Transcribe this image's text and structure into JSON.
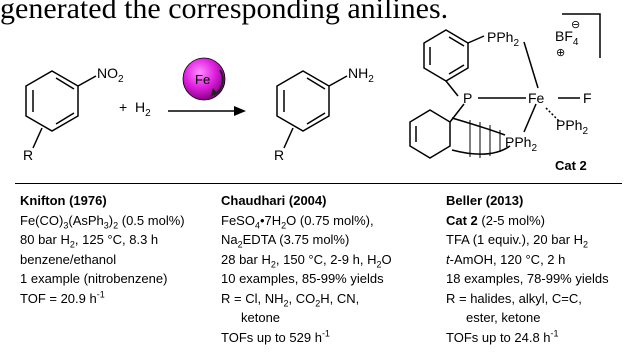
{
  "top_caption": "generated the corresponding anilines.",
  "scheme": {
    "reactant_group": "NO",
    "reactant_group_sub": "2",
    "reactant_r": "R",
    "plus": "+",
    "h2": "H",
    "h2_sub": "2",
    "catalyst_label": "Fe",
    "product_group": "NH",
    "product_group_sub": "2",
    "product_r": "R"
  },
  "complex": {
    "pph2_top": "PPh",
    "pph2_top_sub": "2",
    "p_left": "P",
    "fe": "Fe",
    "f": "F",
    "pph2_right": "PPh",
    "pph2_right_sub": "2",
    "pph2_bottom": "PPh",
    "pph2_bottom_sub": "2",
    "counterion": "BF",
    "counterion_sub": "4",
    "minus": "⊖",
    "plus_charge": "⊕",
    "cat_label": "Cat 2"
  },
  "columns": [
    {
      "title": "Knifton (1976)",
      "lines": [
        {
          "parts": [
            {
              "t": "Fe(CO)"
            },
            {
              "t": "3",
              "s": "sub"
            },
            {
              "t": "(AsPh"
            },
            {
              "t": "3",
              "s": "sub"
            },
            {
              "t": ")"
            },
            {
              "t": "2",
              "s": "sub"
            },
            {
              "t": " (0.5 mol%)"
            }
          ]
        },
        {
          "parts": [
            {
              "t": "80 bar H"
            },
            {
              "t": "2",
              "s": "sub"
            },
            {
              "t": ", 125 °C, 8.3 h"
            }
          ]
        },
        {
          "parts": [
            {
              "t": "benzene/ethanol"
            }
          ]
        },
        {
          "parts": [
            {
              "t": "1 example (nitrobenzene)"
            }
          ]
        },
        {
          "parts": [
            {
              "t": "TOF = 20.9 h"
            },
            {
              "t": "-1",
              "s": "sup"
            }
          ]
        }
      ]
    },
    {
      "title": "Chaudhari (2004)",
      "lines": [
        {
          "parts": [
            {
              "t": "FeSO"
            },
            {
              "t": "4",
              "s": "sub"
            },
            {
              "t": "•7H"
            },
            {
              "t": "2",
              "s": "sub"
            },
            {
              "t": "O (0.75 mol%),"
            }
          ]
        },
        {
          "parts": [
            {
              "t": "Na"
            },
            {
              "t": "2",
              "s": "sub"
            },
            {
              "t": "EDTA (3.75 mol%)"
            }
          ]
        },
        {
          "parts": [
            {
              "t": "28 bar H"
            },
            {
              "t": "2",
              "s": "sub"
            },
            {
              "t": ", 150 °C, 2-9 h, H"
            },
            {
              "t": "2",
              "s": "sub"
            },
            {
              "t": "O"
            }
          ]
        },
        {
          "parts": [
            {
              "t": "10 examples, 85-99% yields"
            }
          ]
        },
        {
          "parts": [
            {
              "t": "R = Cl, NH"
            },
            {
              "t": "2",
              "s": "sub"
            },
            {
              "t": ", CO"
            },
            {
              "t": "2",
              "s": "sub"
            },
            {
              "t": "H, CN,"
            }
          ]
        },
        {
          "indent": true,
          "parts": [
            {
              "t": "ketone"
            }
          ]
        },
        {
          "parts": [
            {
              "t": "TOFs up to 529 h"
            },
            {
              "t": "-1",
              "s": "sup"
            }
          ]
        }
      ]
    },
    {
      "title": "Beller (2013)",
      "lines": [
        {
          "parts": [
            {
              "t": "Cat 2",
              "s": "bold"
            },
            {
              "t": " (2-5 mol%)"
            }
          ]
        },
        {
          "parts": [
            {
              "t": "TFA (1 equiv.), 20 bar H"
            },
            {
              "t": "2",
              "s": "sub"
            }
          ]
        },
        {
          "parts": [
            {
              "t": "t",
              "s": "ital"
            },
            {
              "t": "-AmOH, 120 °C, 2 h"
            }
          ]
        },
        {
          "parts": [
            {
              "t": "18 examples, 78-99% yields"
            }
          ]
        },
        {
          "parts": [
            {
              "t": "R = halides, alkyl, C=C,"
            }
          ]
        },
        {
          "indent": true,
          "parts": [
            {
              "t": "ester, ketone"
            }
          ]
        },
        {
          "parts": [
            {
              "t": "TOFs up to 24.8 h"
            },
            {
              "t": "-1",
              "s": "sup"
            }
          ]
        }
      ]
    }
  ],
  "colors": {
    "catalyst_ball": "#e020e0",
    "catalyst_ball_dark": "#8a008a",
    "ink": "#000000"
  }
}
